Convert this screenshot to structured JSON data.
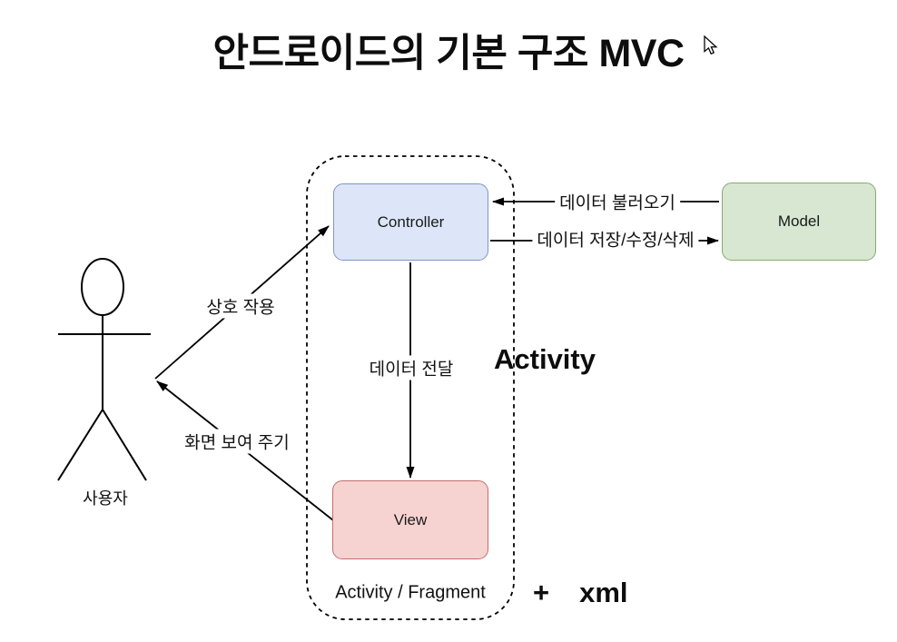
{
  "title": "안드로이드의 기본 구조 MVC",
  "diagram": {
    "container": {
      "bottom_label": "Activity / Fragment",
      "side_label": "Activity",
      "plus_label": "+",
      "xml_label": "xml"
    },
    "actor": {
      "label": "사용자"
    },
    "nodes": {
      "controller": {
        "label": "Controller",
        "fill": "#dce6f8",
        "border": "#8094c8"
      },
      "model": {
        "label": "Model",
        "fill": "#d7e7d2",
        "border": "#89a96e"
      },
      "view": {
        "label": "View",
        "fill": "#f6d2d1",
        "border": "#c1706b"
      }
    },
    "edges": {
      "load": {
        "label": "데이터 불러오기",
        "from": "Model",
        "to": "Controller"
      },
      "save": {
        "label": "데이터 저장/수정/삭제",
        "from": "Controller",
        "to": "Model"
      },
      "pass": {
        "label": "데이터 전달",
        "from": "Controller",
        "to": "View"
      },
      "interact": {
        "label": "상호 작용",
        "from": "사용자",
        "to": "Controller"
      },
      "show": {
        "label": "화면 보여 주기",
        "from": "View",
        "to": "사용자"
      }
    }
  },
  "icons": {
    "cursor": "mouse-pointer"
  }
}
